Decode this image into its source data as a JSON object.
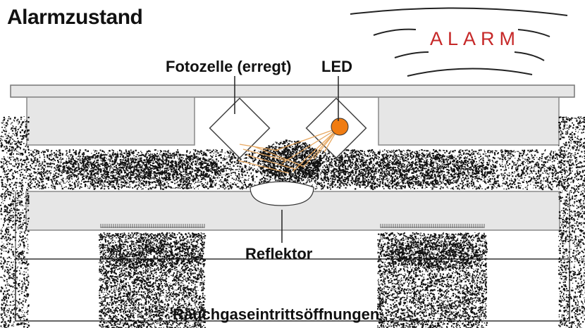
{
  "title": "Alarmzustand",
  "alarm": {
    "text": "ALARM",
    "color": "#c62828"
  },
  "labels": {
    "photocell": "Fotozelle (erregt)",
    "led": "LED",
    "reflector": "Reflektor",
    "inlets": "Rauchgaseintrittsöffnungen"
  },
  "colors": {
    "housing_fill": "#e6e6e6",
    "housing_stroke": "#777777",
    "led_fill": "#f07c12",
    "light_beam": "#e8a860",
    "smoke": "#111111",
    "text": "#111111"
  }
}
